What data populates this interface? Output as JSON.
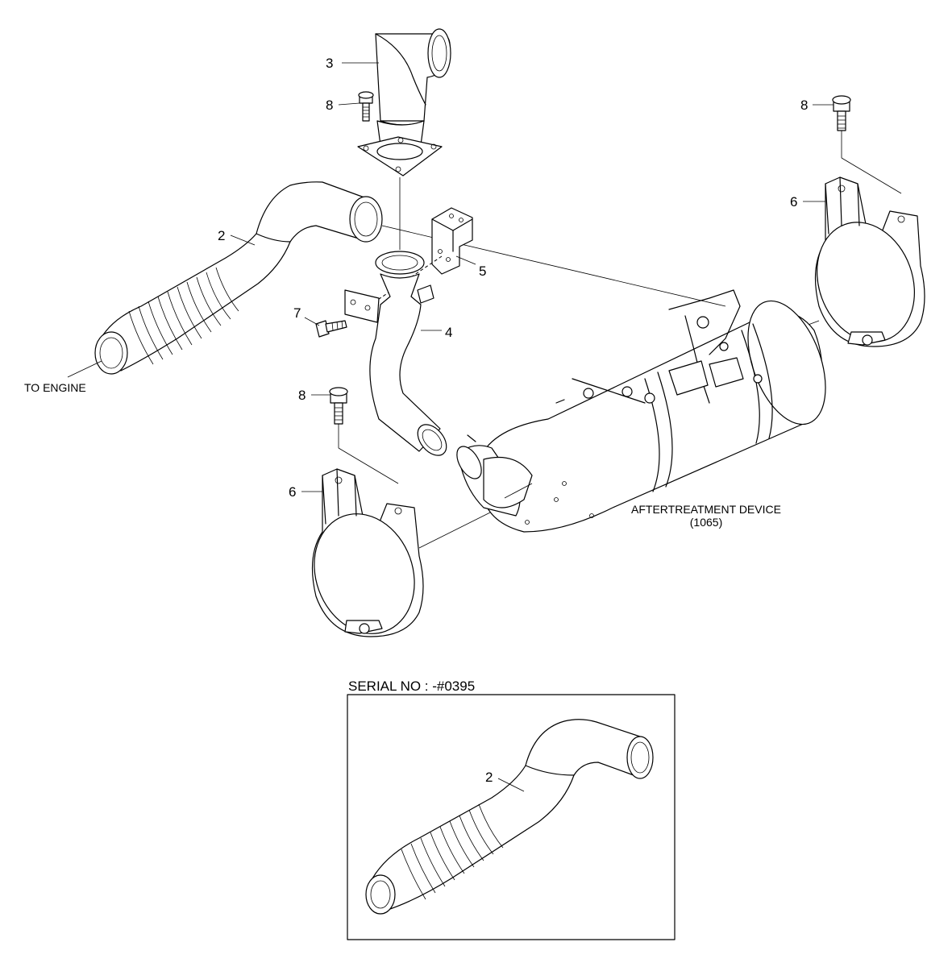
{
  "labels": {
    "part_2": "2",
    "part_3": "3",
    "part_4": "4",
    "part_5": "5",
    "part_6": "6",
    "part_7": "7",
    "part_8": "8",
    "to_engine": "TO ENGINE",
    "aftertreatment_device": "AFTERTREATMENT DEVICE",
    "aftertreatment_code": "(1065)",
    "inset_title": "SERIAL NO : -#0395",
    "inset_part_2": "2"
  },
  "colors": {
    "line": "#000000",
    "background": "#ffffff"
  }
}
